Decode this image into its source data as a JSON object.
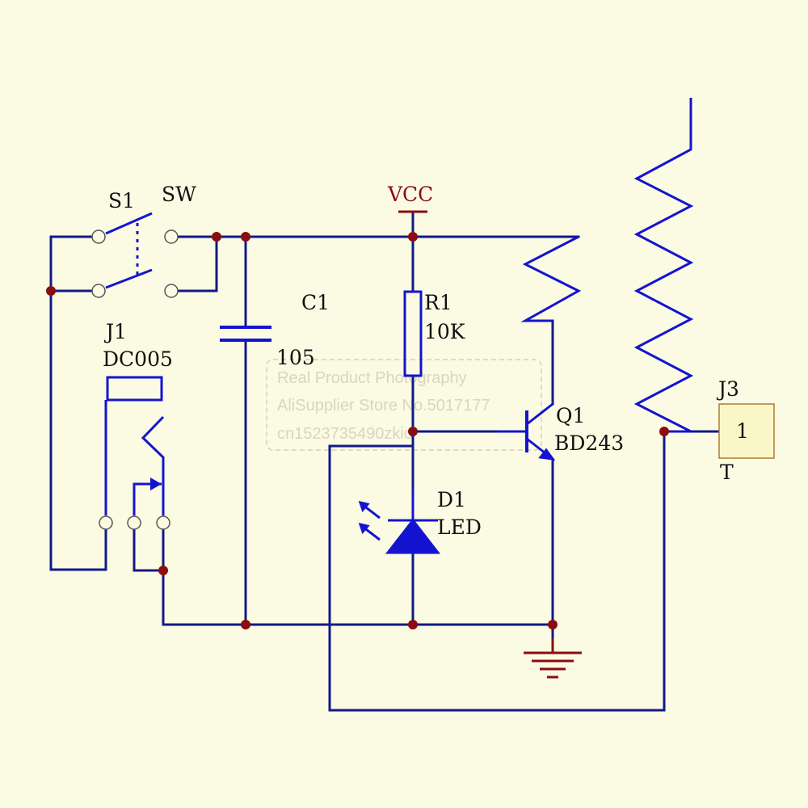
{
  "colors": {
    "background": "#fbfbe3",
    "wire": "#101a88",
    "component": "#1414d0",
    "junction": "#8a0d12",
    "power": "#8a0d12",
    "label": "#101010",
    "vcc_label": "#8a0d12",
    "connector_fill": "#fbf6c8",
    "connector_border": "#b07a30",
    "watermark": "#d8d8c4"
  },
  "labels": {
    "switch_ref": "S1",
    "switch_value": "SW",
    "jack_ref": "J1",
    "jack_value": "DC005",
    "capacitor_ref": "C1",
    "capacitor_value": "105",
    "power_net": "VCC",
    "resistor_ref": "R1",
    "resistor_value": "10K",
    "transistor_ref": "Q1",
    "transistor_value": "BD243",
    "led_ref": "D1",
    "led_value": "LED",
    "connector_ref": "J3",
    "connector_pin": "1",
    "connector_value": "T"
  },
  "watermark": {
    "line1": "Real Product Photography",
    "line2": "AliSupplier Store No.5017177",
    "line3": "cn1523735490zkio"
  }
}
